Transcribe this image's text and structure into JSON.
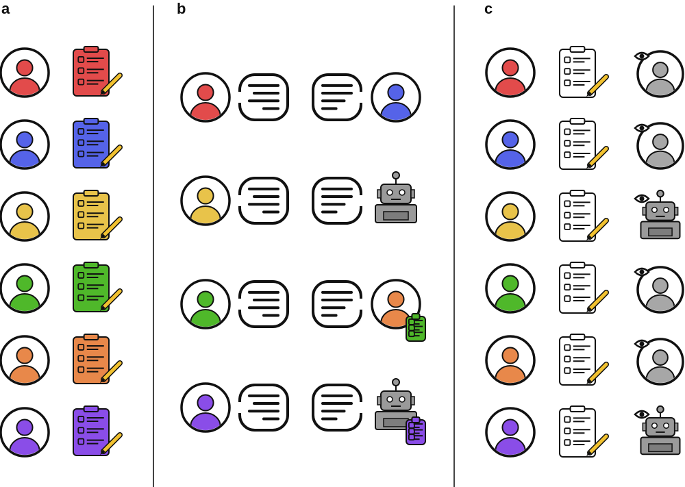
{
  "colors": {
    "red": "#e24b4b",
    "blue": "#5563e8",
    "yellow": "#e8c34a",
    "green": "#4fb82a",
    "orange": "#e8884a",
    "purple": "#8a4de8",
    "gray": "#a7a7a7",
    "robot_gray": "#9a9a9a",
    "outline": "#111111",
    "divider": "#444444",
    "pencil": "#f2c230"
  },
  "panels": [
    {
      "label": "a",
      "rows": [
        {
          "person": "red",
          "clipboard": "red"
        },
        {
          "person": "blue",
          "clipboard": "blue"
        },
        {
          "person": "yellow",
          "clipboard": "yellow"
        },
        {
          "person": "green",
          "clipboard": "green"
        },
        {
          "person": "orange",
          "clipboard": "orange"
        },
        {
          "person": "purple",
          "clipboard": "purple"
        }
      ]
    },
    {
      "label": "b",
      "rows": [
        {
          "left_person": "red",
          "right": "person-blue",
          "badge": ""
        },
        {
          "left_person": "yellow",
          "right": "robot",
          "badge": ""
        },
        {
          "left_person": "green",
          "right": "person-orange",
          "badge": "green"
        },
        {
          "left_person": "purple",
          "right": "robot",
          "badge": "purple"
        }
      ]
    },
    {
      "label": "c",
      "rows": [
        {
          "person": "red",
          "reviewer": "person"
        },
        {
          "person": "blue",
          "reviewer": "person"
        },
        {
          "person": "yellow",
          "reviewer": "robot"
        },
        {
          "person": "green",
          "reviewer": "person"
        },
        {
          "person": "orange",
          "reviewer": "person"
        },
        {
          "person": "purple",
          "reviewer": "robot"
        }
      ]
    }
  ]
}
